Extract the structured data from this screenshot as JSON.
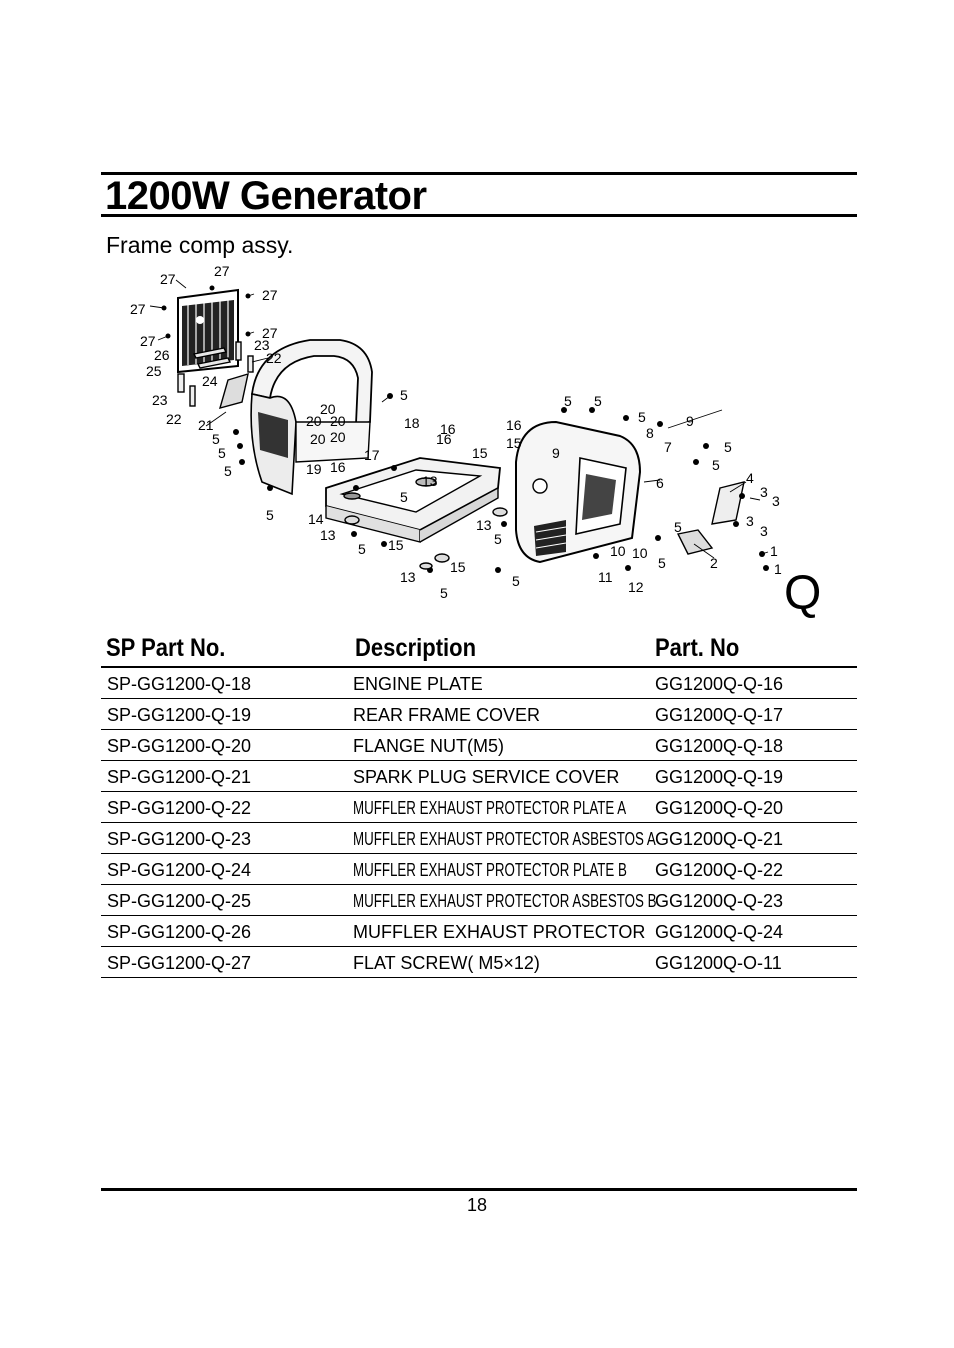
{
  "header": {
    "title": "1200W Generator",
    "subtitle": "Frame comp assy."
  },
  "diagram": {
    "view_letter": "Q",
    "callouts": [
      "1",
      "2",
      "3",
      "4",
      "5",
      "6",
      "7",
      "8",
      "9",
      "10",
      "11",
      "12",
      "13",
      "14",
      "15",
      "16",
      "17",
      "18",
      "19",
      "20",
      "21",
      "22",
      "23",
      "24",
      "25",
      "26",
      "27"
    ]
  },
  "table": {
    "columns": [
      "SP Part No.",
      "Description",
      "Part. No"
    ],
    "rows": [
      {
        "sp": "SP-GG1200-Q-18",
        "desc": "ENGINE PLATE",
        "part": "GG1200Q-Q-16"
      },
      {
        "sp": "SP-GG1200-Q-19",
        "desc": "REAR FRAME COVER",
        "part": "GG1200Q-Q-17"
      },
      {
        "sp": "SP-GG1200-Q-20",
        "desc": "FLANGE NUT(M5)",
        "part": "GG1200Q-Q-18"
      },
      {
        "sp": "SP-GG1200-Q-21",
        "desc": "SPARK PLUG SERVICE COVER",
        "part": "GG1200Q-Q-19"
      },
      {
        "sp": "SP-GG1200-Q-22",
        "desc": "MUFFLER EXHAUST PROTECTOR PLATE A",
        "part": "GG1200Q-Q-20"
      },
      {
        "sp": "SP-GG1200-Q-23",
        "desc": "MUFFLER EXHAUST PROTECTOR ASBESTOS A",
        "part": "GG1200Q-Q-21"
      },
      {
        "sp": "SP-GG1200-Q-24",
        "desc": "MUFFLER EXHAUST PROTECTOR PLATE B",
        "part": "GG1200Q-Q-22"
      },
      {
        "sp": "SP-GG1200-Q-25",
        "desc": "MUFFLER EXHAUST PROTECTOR ASBESTOS B",
        "part": "GG1200Q-Q-23"
      },
      {
        "sp": "SP-GG1200-Q-26",
        "desc": "MUFFLER EXHAUST PROTECTOR",
        "part": "GG1200Q-Q-24"
      },
      {
        "sp": "SP-GG1200-Q-27",
        "desc": "FLAT SCREW( M5×12)",
        "part": "GG1200Q-O-11"
      }
    ]
  },
  "footer": {
    "page_number": "18"
  }
}
